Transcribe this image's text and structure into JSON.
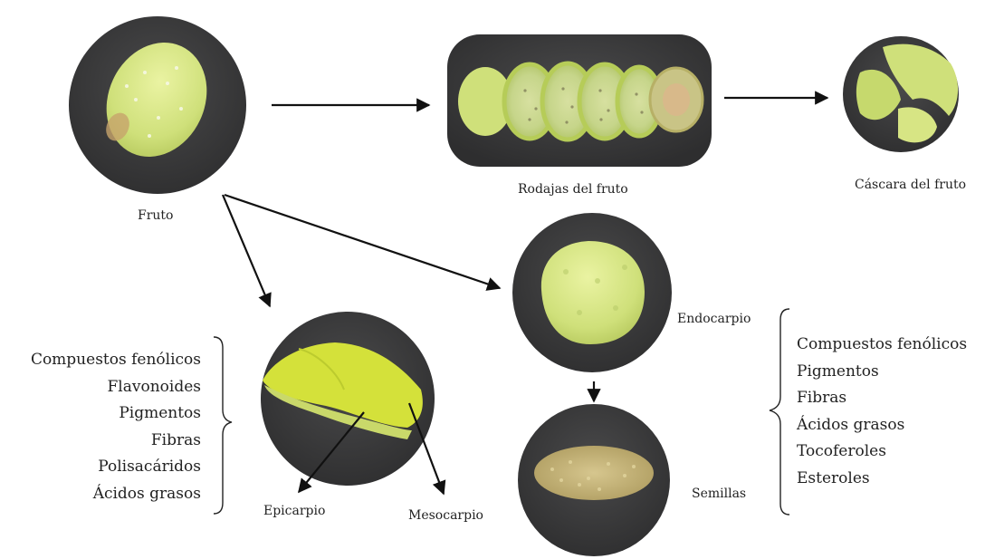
{
  "labels": {
    "fruto": "Fruto",
    "rodajas": "Rodajas del fruto",
    "cascara": "Cáscara del fruto",
    "endocarpio": "Endocarpio",
    "semillas": "Semillas",
    "epicarpio": "Epicarpio",
    "mesocarpio": "Mesocarpio"
  },
  "compounds_left": [
    "Compuestos fenólicos",
    "Flavonoides",
    "Pigmentos",
    "Fibras",
    "Polisacáridos",
    "Ácidos grasos"
  ],
  "compounds_right": [
    "Compuestos fenólicos",
    "Pigmentos",
    "Fibras",
    "Ácidos grasos",
    "Tocoferoles",
    "Esteroles"
  ],
  "colors": {
    "photo_background": "#3b3b3c",
    "fruit_green": "#cfe27a",
    "fruit_light": "#e6f0a0",
    "epicarp_yellow": "#d6e23a",
    "seed_tan": "#c9b67a",
    "arrow": "#111111"
  }
}
